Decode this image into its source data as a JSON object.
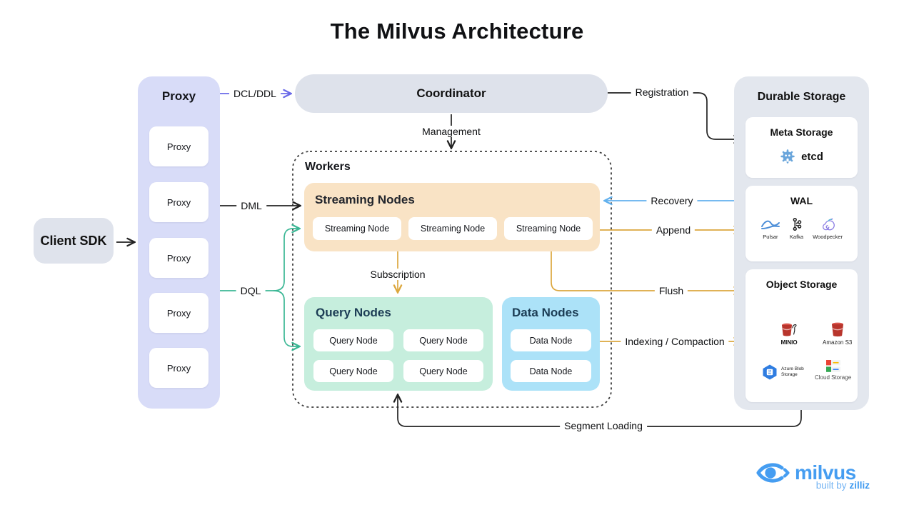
{
  "title": "The Milvus Architecture",
  "client_sdk": {
    "label": "Client SDK"
  },
  "proxy_panel": {
    "title": "Proxy",
    "nodes": [
      "Proxy",
      "Proxy",
      "Proxy",
      "Proxy",
      "Proxy"
    ]
  },
  "coordinator": {
    "label": "Coordinator"
  },
  "workers": {
    "title": "Workers",
    "streaming": {
      "title": "Streaming Nodes",
      "nodes": [
        "Streaming Node",
        "Streaming Node",
        "Streaming Node"
      ]
    },
    "query": {
      "title": "Query Nodes",
      "nodes": [
        "Query Node",
        "Query Node",
        "Query Node",
        "Query Node"
      ]
    },
    "data": {
      "title": "Data Nodes",
      "nodes": [
        "Data Node",
        "Data Node"
      ]
    }
  },
  "durable_storage": {
    "title": "Durable Storage",
    "meta": {
      "title": "Meta Storage",
      "tech": "etcd"
    },
    "wal": {
      "title": "WAL",
      "techs": [
        "Pulsar",
        "Kafka",
        "Woodpecker"
      ]
    },
    "object": {
      "title": "Object Storage",
      "techs": [
        "MINIO",
        "Amazon S3",
        "Azure Blob Storage",
        "Cloud Storage"
      ]
    }
  },
  "edges": {
    "dcl_ddl": "DCL/DDL",
    "dml": "DML",
    "dql": "DQL",
    "management": "Management",
    "registration": "Registration",
    "recovery": "Recovery",
    "append": "Append",
    "flush": "Flush",
    "subscription": "Subscription",
    "indexing_compaction": "Indexing / Compaction",
    "segment_loading": "Segment Loading"
  },
  "footer": {
    "brand": "milvus",
    "built_by": "built by",
    "company": "zilliz"
  },
  "colors": {
    "proxy_panel": "#d8dcf8",
    "coordinator": "#dee2eb",
    "streaming": "#f9e3c5",
    "query_nodes": "#c6eedd",
    "data_nodes": "#ace2f8",
    "storage_panel": "#e3e7ee",
    "arrow_black": "#222222",
    "arrow_purple": "#6a6ae8",
    "arrow_teal": "#3bb795",
    "arrow_blue": "#62b1ee",
    "arrow_orange": "#dca73e",
    "brand_blue": "#459df1"
  }
}
